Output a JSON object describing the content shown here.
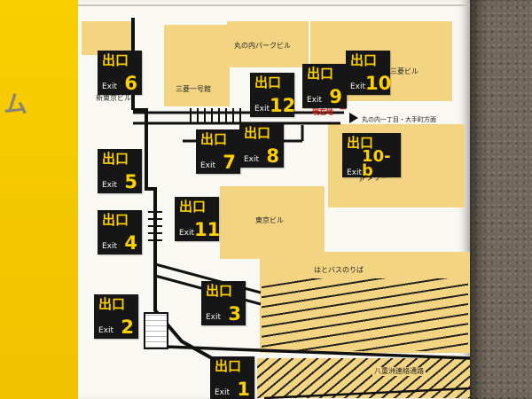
{
  "colors": {
    "sign_yellow": "#f6c900",
    "building_tan": "#f3d483",
    "badge_black": "#161616",
    "badge_yellow": "#fdd000",
    "alert_red": "#d0201a",
    "wall_gray": "#6f6759",
    "panel_white": "#faf8f3"
  },
  "side_strip": {
    "text": "ム"
  },
  "badge": {
    "jp": "出口",
    "en": "Exit"
  },
  "exits": [
    {
      "num": "6"
    },
    {
      "num": "12"
    },
    {
      "num": "9"
    },
    {
      "num": "10"
    },
    {
      "num": "7"
    },
    {
      "num": "8"
    },
    {
      "num": "10-b"
    },
    {
      "num": "5"
    },
    {
      "num": "11"
    },
    {
      "num": "4"
    },
    {
      "num": "3"
    },
    {
      "num": "2"
    },
    {
      "num": "1"
    }
  ],
  "labels": {
    "park_building": "丸の内パークビル",
    "ichigokan": "三菱一号館",
    "shin_tokyo": "新東京ビル",
    "mitsubishi": "三菱ビル",
    "jp_tower": "JPタワー",
    "tokyo_building": "東京ビル",
    "hato_bus": "はとバスのりば",
    "yaesu_passage": "八重洲連絡通路",
    "direction": "丸の内一丁目・大手町方面",
    "you_are_here": "現在地",
    "marker": "▲"
  }
}
